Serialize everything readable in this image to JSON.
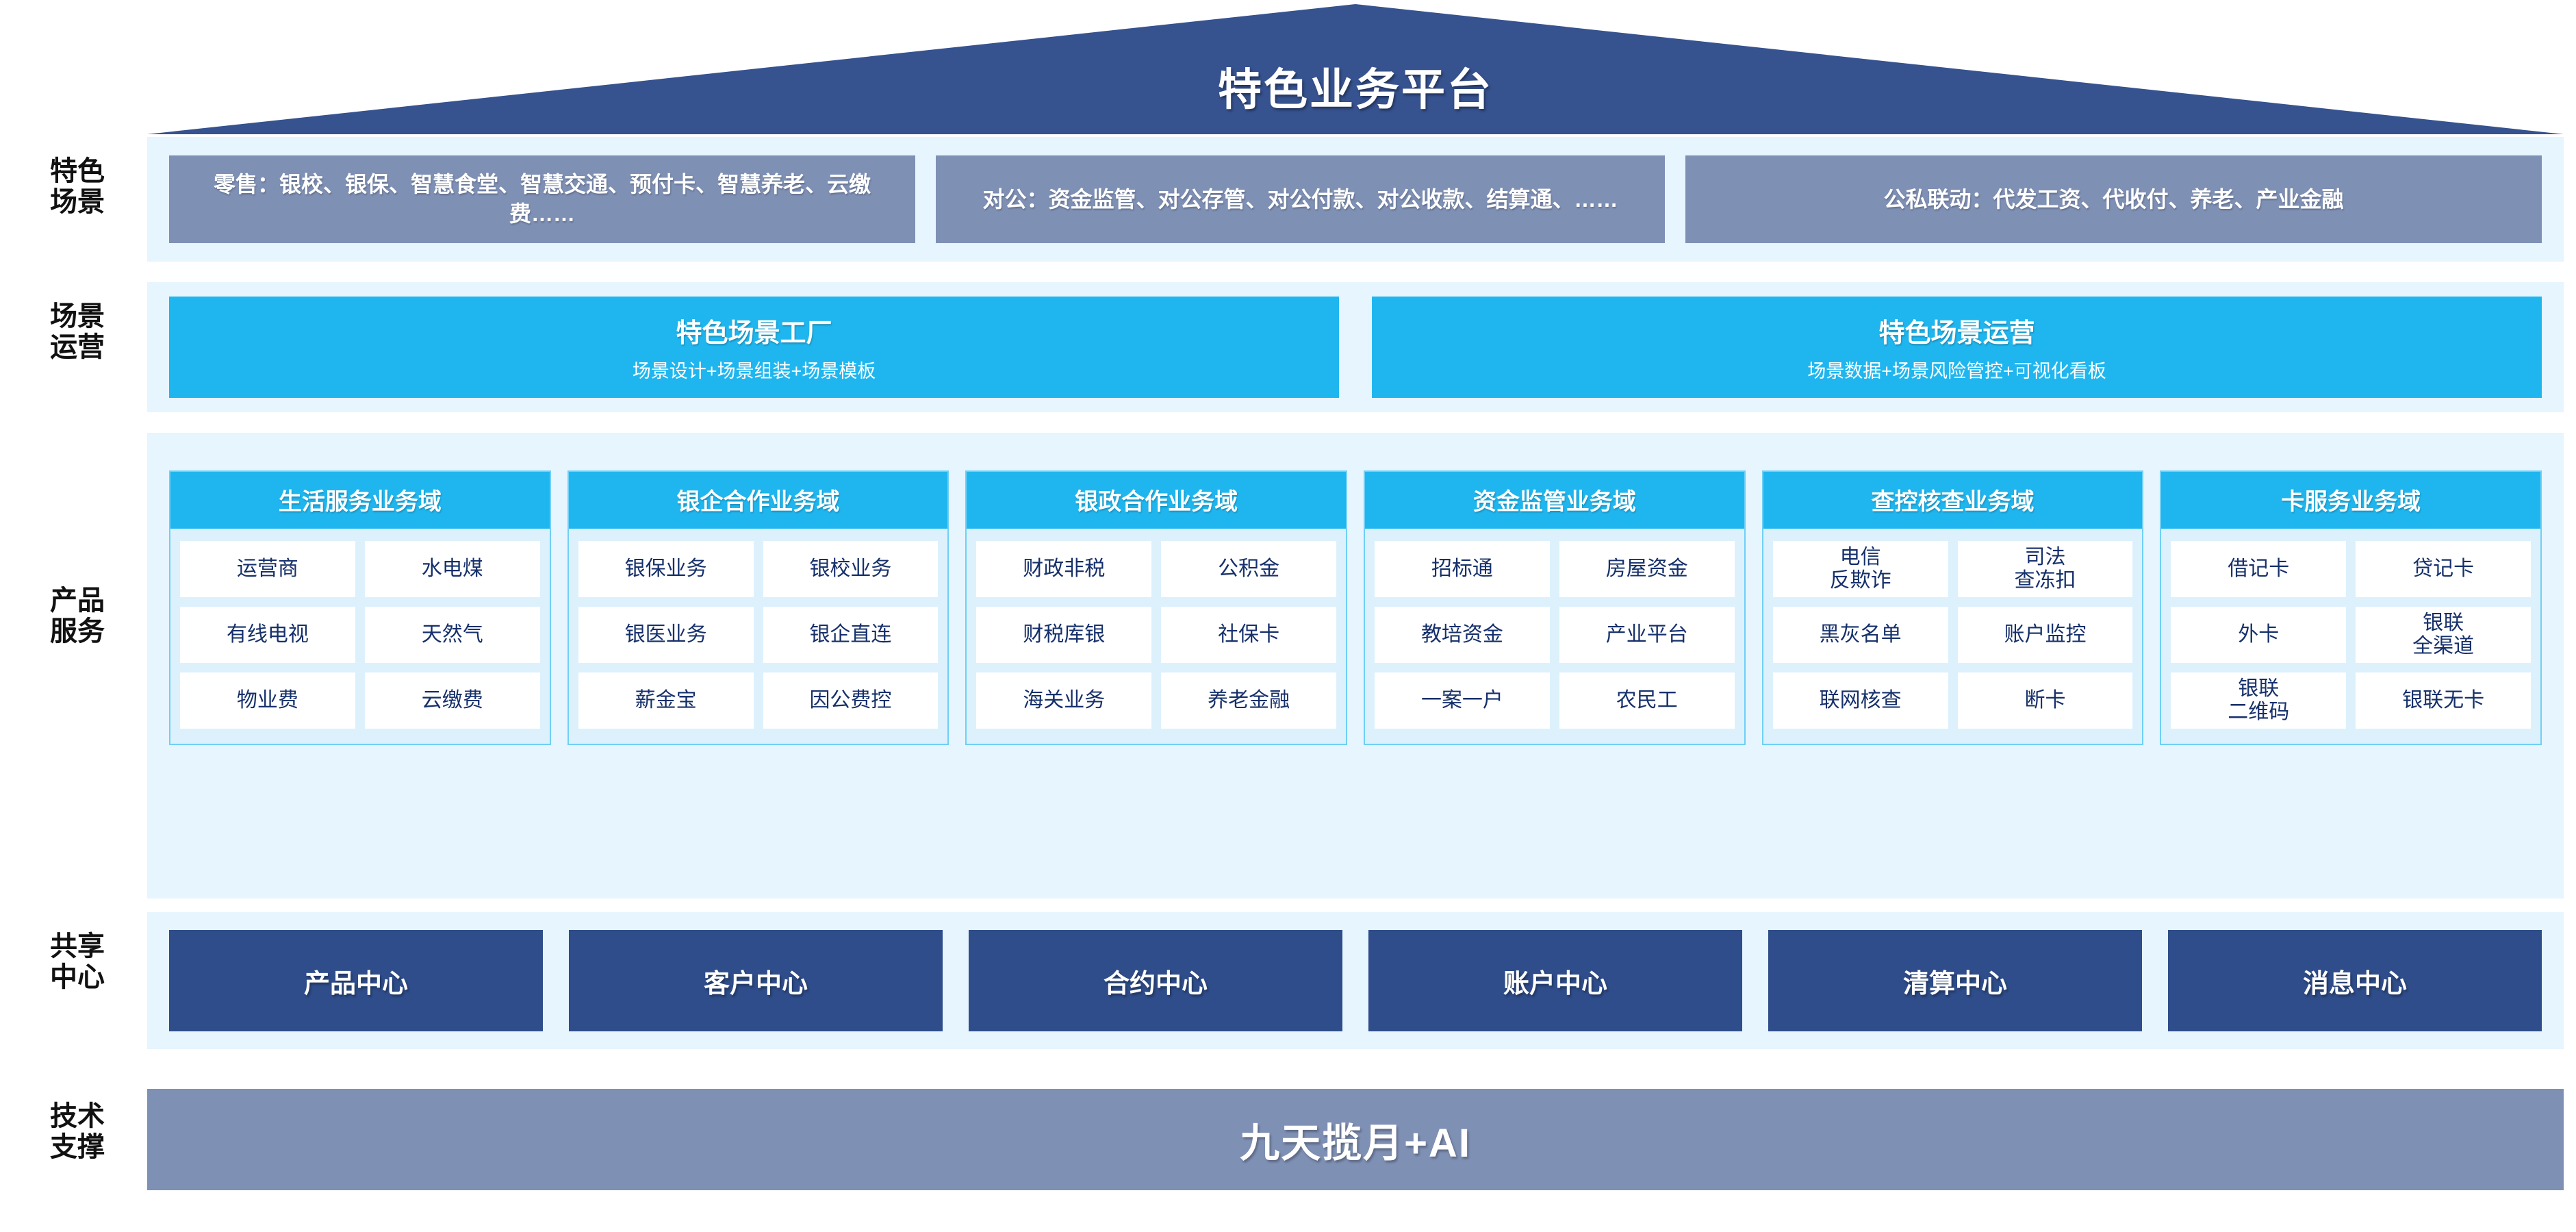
{
  "header": {
    "title": "特色业务平台"
  },
  "rail_labels": [
    {
      "key": "scenario",
      "text": "特色\n场景"
    },
    {
      "key": "operation",
      "text": "场景\n运营"
    },
    {
      "key": "product",
      "text": "产品\n服务"
    },
    {
      "key": "shared",
      "text": "共享\n中心"
    },
    {
      "key": "tech",
      "text": "技术\n支撑"
    }
  ],
  "scenario_row": {
    "boxes": [
      {
        "name": "retail",
        "text": "零售：银校、银保、智慧食堂、智慧交通、预付卡、智慧养老、云缴费……"
      },
      {
        "name": "corporate",
        "text": "对公：资金监管、对公存管、对公付款、对公收款、结算通、……"
      },
      {
        "name": "public-private-linkage",
        "text": "公私联动：代发工资、代收付、养老、产业金融"
      }
    ]
  },
  "operation_row": {
    "boxes": [
      {
        "name": "scene-factory",
        "title": "特色场景工厂",
        "subtitle": "场景设计+场景组装+场景模板"
      },
      {
        "name": "scene-operation",
        "title": "特色场景运营",
        "subtitle": "场景数据+场景风险管控+可视化看板"
      }
    ]
  },
  "product_row": {
    "domains": [
      {
        "name": "life-service",
        "title": "生活服务业务域",
        "tiles": [
          [
            "运营商",
            "水电煤"
          ],
          [
            "有线电视",
            "天然气"
          ],
          [
            "物业费",
            "云缴费"
          ]
        ]
      },
      {
        "name": "bank-enterprise",
        "title": "银企合作业务域",
        "tiles": [
          [
            "银保业务",
            "银校业务"
          ],
          [
            "银医业务",
            "银企直连"
          ],
          [
            "薪金宝",
            "因公费控"
          ]
        ]
      },
      {
        "name": "bank-government",
        "title": "银政合作业务域",
        "tiles": [
          [
            "财政非税",
            "公积金"
          ],
          [
            "财税库银",
            "社保卡"
          ],
          [
            "海关业务",
            "养老金融"
          ]
        ]
      },
      {
        "name": "fund-supervision",
        "title": "资金监管业务域",
        "tiles": [
          [
            "招标通",
            "房屋资金"
          ],
          [
            "教培资金",
            "产业平台"
          ],
          [
            "一案一户",
            "农民工"
          ]
        ]
      },
      {
        "name": "investigation-control",
        "title": "查控核查业务域",
        "tiles": [
          [
            "电信\n反欺诈",
            "司法\n查冻扣"
          ],
          [
            "黑灰名单",
            "账户监控"
          ],
          [
            "联网核查",
            "断卡"
          ]
        ]
      },
      {
        "name": "card-service",
        "title": "卡服务业务域",
        "tiles": [
          [
            "借记卡",
            "贷记卡"
          ],
          [
            "外卡",
            "银联\n全渠道"
          ],
          [
            "银联\n二维码",
            "银联无卡"
          ]
        ]
      }
    ]
  },
  "shared_row": {
    "boxes": [
      {
        "name": "product-center",
        "text": "产品中心"
      },
      {
        "name": "customer-center",
        "text": "客户中心"
      },
      {
        "name": "contract-center",
        "text": "合约中心"
      },
      {
        "name": "account-center",
        "text": "账户中心"
      },
      {
        "name": "settlement-center",
        "text": "清算中心"
      },
      {
        "name": "message-center",
        "text": "消息中心"
      }
    ]
  },
  "tech_row": {
    "title": "九天揽月+AI"
  },
  "colors": {
    "roof_navy": "#36528f",
    "band_bg": "#e6f5fe",
    "scenario_slate": "#7f90b5",
    "cyan": "#1fb6ef",
    "card_border": "#6fd0f6",
    "card_body": "#ddf1fd",
    "tile_white": "#ffffff",
    "tile_text": "#16306b",
    "shared_navy": "#2f4d8a",
    "tech_slate": "#7f90b5"
  }
}
